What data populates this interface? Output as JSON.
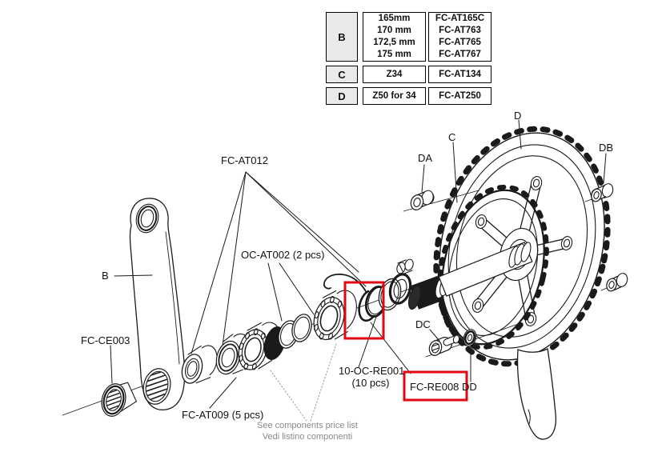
{
  "table": {
    "rows": [
      {
        "letter": "B",
        "sizes": [
          "165mm",
          "170 mm",
          "172,5 mm",
          "175 mm"
        ],
        "codes": [
          "FC-AT165C",
          "FC-AT763",
          "FC-AT765",
          "FC-AT767"
        ]
      },
      {
        "letter": "C",
        "sizes": [
          "Z34"
        ],
        "codes": [
          "FC-AT134"
        ]
      },
      {
        "letter": "D",
        "sizes": [
          "Z50 for 34"
        ],
        "codes": [
          "FC-AT250"
        ]
      }
    ]
  },
  "labels": {
    "fc_at012": "FC-AT012",
    "oc_at002": "OC-AT002 (2 pcs)",
    "b": "B",
    "fc_ce003": "FC-CE003",
    "fc_at009": "FC-AT009 (5 pcs)",
    "oc_re001_line1": "10-OC-RE001",
    "oc_re001_line2": "(10 pcs)",
    "fc_re008": "FC-RE008",
    "da": "DA",
    "db": "DB",
    "dc": "DC",
    "dd": "DD",
    "c": "C",
    "d": "D"
  },
  "notes": {
    "line1": "See components price list",
    "line2": "Vedi listino componenti"
  },
  "colors": {
    "highlight_red": "#e30613",
    "note_gray": "#8a8a8a",
    "line_black": "#1a1a1a",
    "table_letter_bg": "#e8e9e9"
  }
}
